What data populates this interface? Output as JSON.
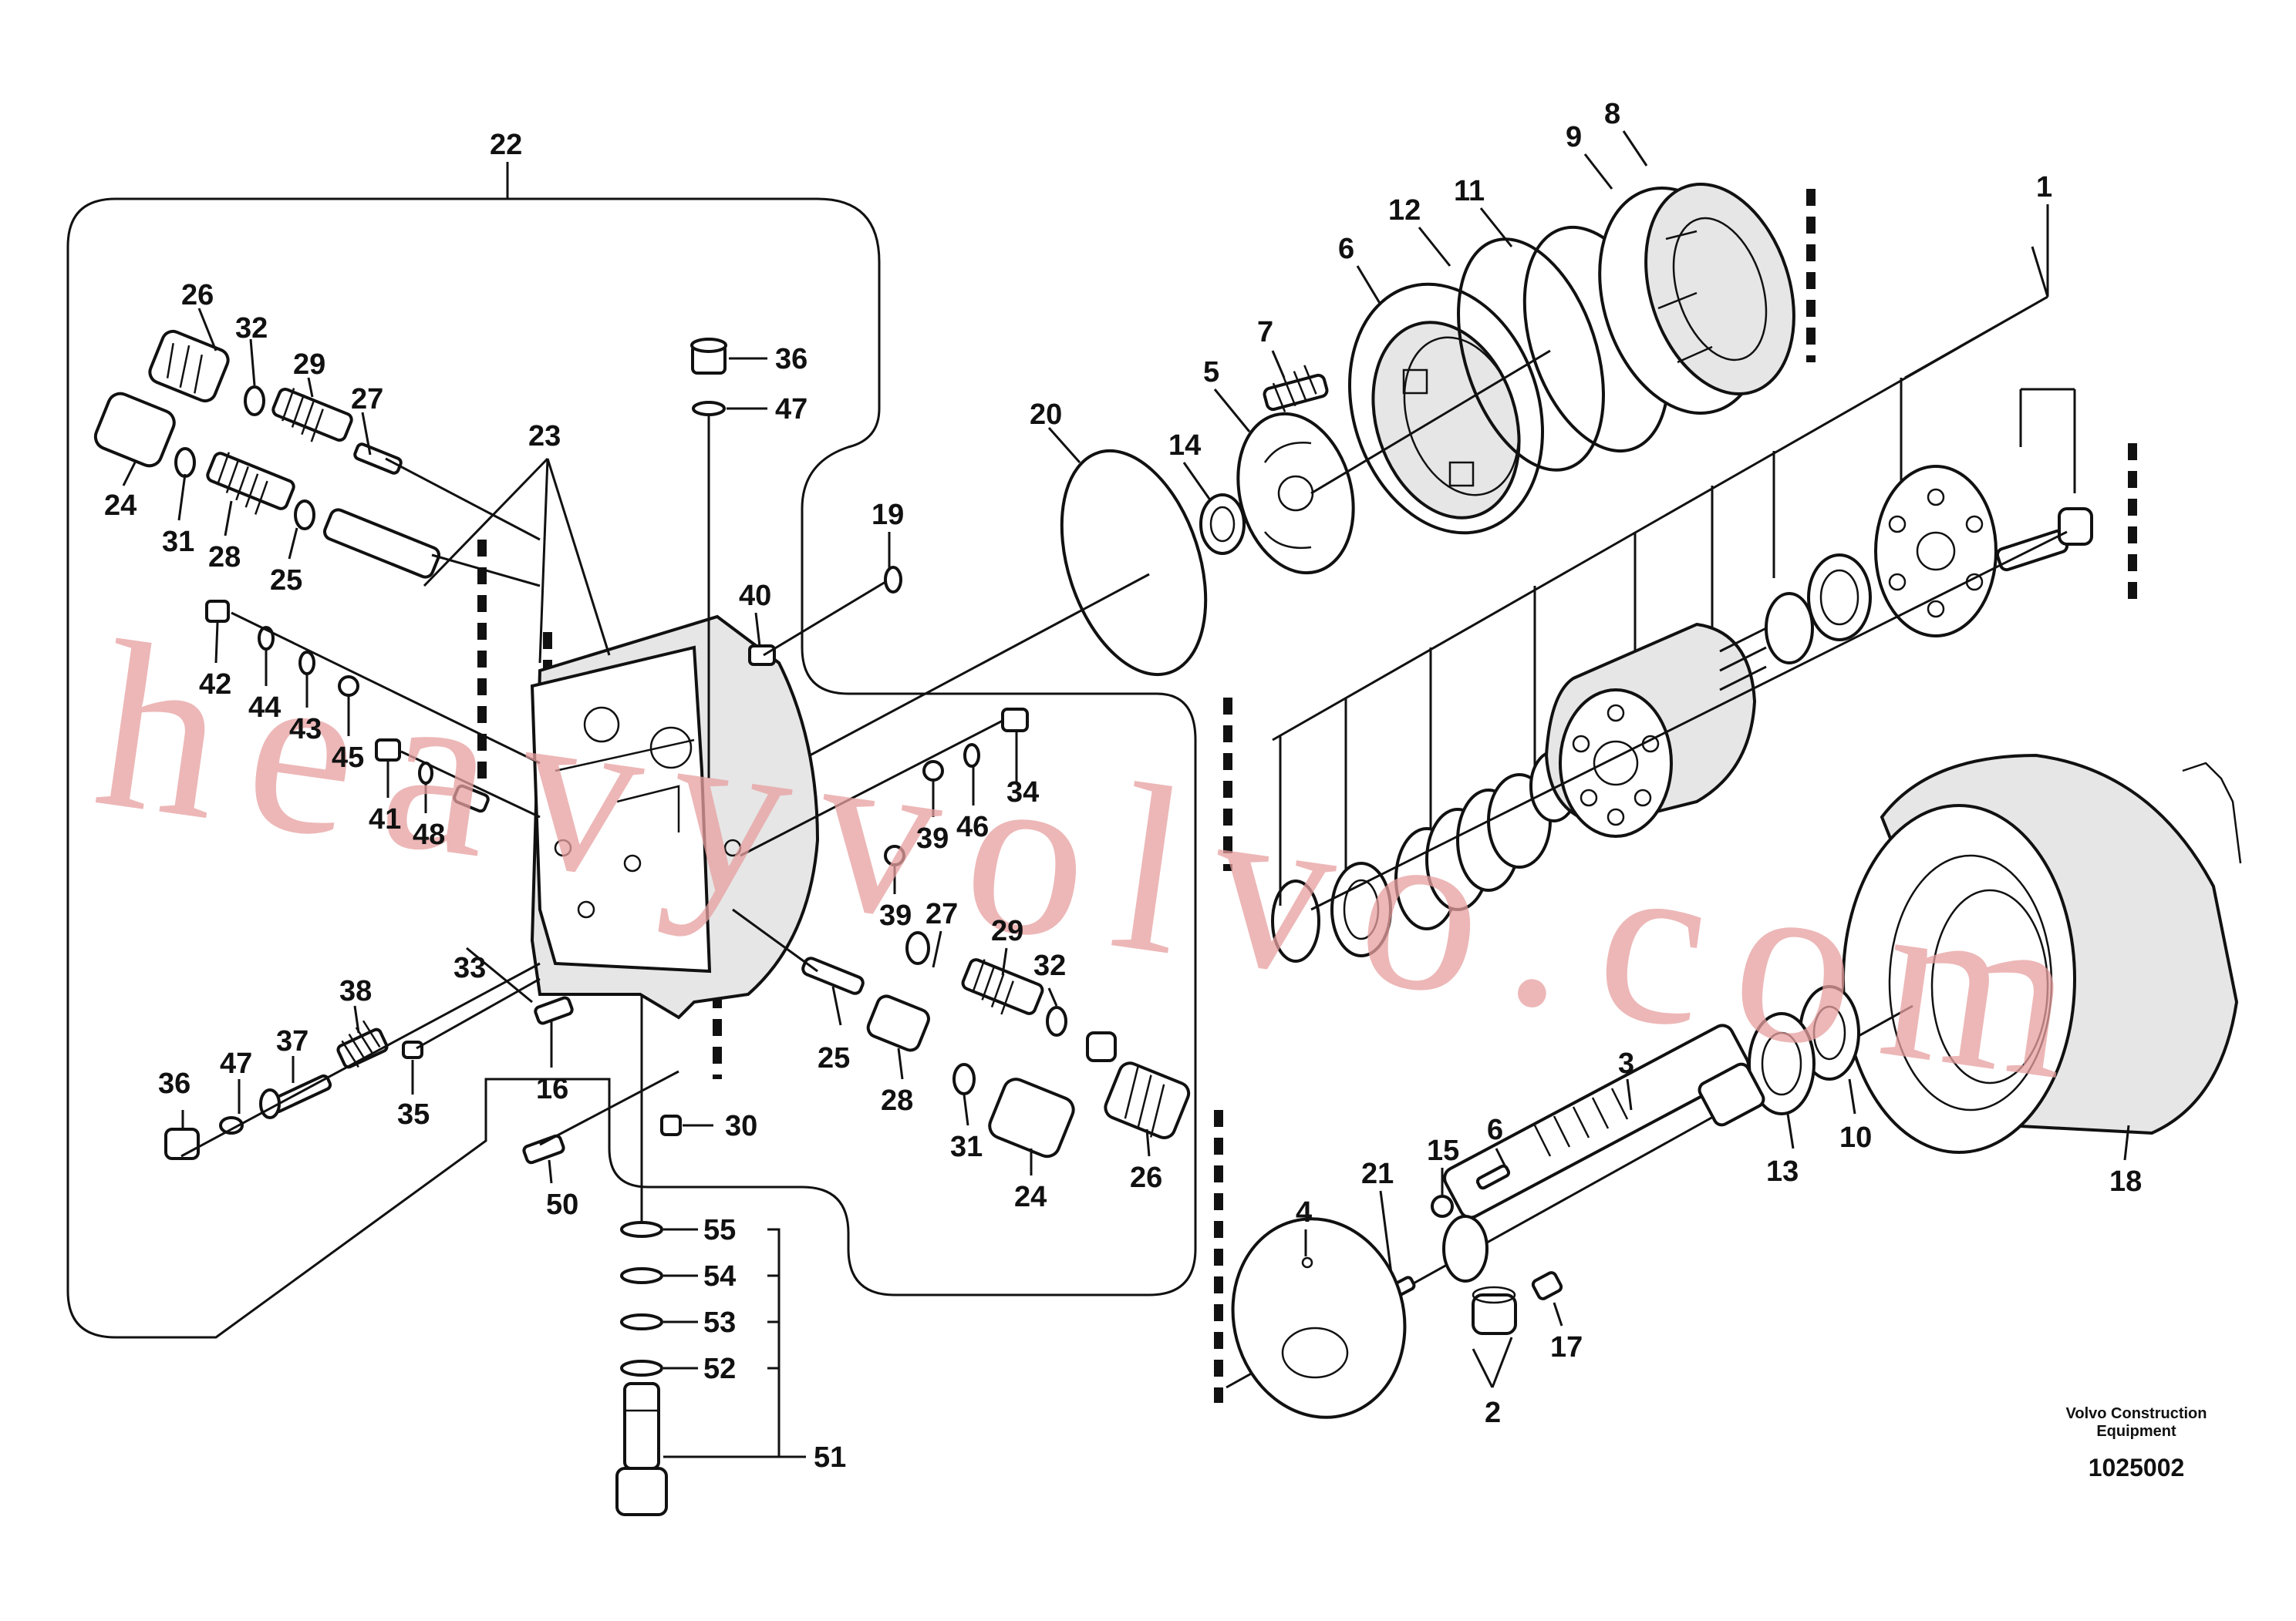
{
  "callouts": [
    {
      "id": "c22",
      "text": "22"
    },
    {
      "id": "c26a",
      "text": "26"
    },
    {
      "id": "c32a",
      "text": "32"
    },
    {
      "id": "c29a",
      "text": "29"
    },
    {
      "id": "c27a",
      "text": "27"
    },
    {
      "id": "c24a",
      "text": "24"
    },
    {
      "id": "c31a",
      "text": "31"
    },
    {
      "id": "c28a",
      "text": "28"
    },
    {
      "id": "c25a",
      "text": "25"
    },
    {
      "id": "c23",
      "text": "23"
    },
    {
      "id": "c36a",
      "text": "36"
    },
    {
      "id": "c47a",
      "text": "47"
    },
    {
      "id": "c19",
      "text": "19"
    },
    {
      "id": "c40",
      "text": "40"
    },
    {
      "id": "c42",
      "text": "42"
    },
    {
      "id": "c44",
      "text": "44"
    },
    {
      "id": "c43",
      "text": "43"
    },
    {
      "id": "c45",
      "text": "45"
    },
    {
      "id": "c41",
      "text": "41"
    },
    {
      "id": "c48",
      "text": "48"
    },
    {
      "id": "c34",
      "text": "34"
    },
    {
      "id": "c46",
      "text": "46"
    },
    {
      "id": "c39a",
      "text": "39"
    },
    {
      "id": "c39b",
      "text": "39"
    },
    {
      "id": "c27b",
      "text": "27"
    },
    {
      "id": "c29b",
      "text": "29"
    },
    {
      "id": "c32b",
      "text": "32"
    },
    {
      "id": "c38",
      "text": "38"
    },
    {
      "id": "c37",
      "text": "37"
    },
    {
      "id": "c36b",
      "text": "36"
    },
    {
      "id": "c47b",
      "text": "47"
    },
    {
      "id": "c35",
      "text": "35"
    },
    {
      "id": "c16",
      "text": "16"
    },
    {
      "id": "c33",
      "text": "33"
    },
    {
      "id": "c25b",
      "text": "25"
    },
    {
      "id": "c28b",
      "text": "28"
    },
    {
      "id": "c31b",
      "text": "31"
    },
    {
      "id": "c24b",
      "text": "24"
    },
    {
      "id": "c26b",
      "text": "26"
    },
    {
      "id": "c30",
      "text": "30"
    },
    {
      "id": "c50",
      "text": "50"
    },
    {
      "id": "c55",
      "text": "55"
    },
    {
      "id": "c54",
      "text": "54"
    },
    {
      "id": "c53",
      "text": "53"
    },
    {
      "id": "c52",
      "text": "52"
    },
    {
      "id": "c51",
      "text": "51"
    },
    {
      "id": "c20",
      "text": "20"
    },
    {
      "id": "c14",
      "text": "14"
    },
    {
      "id": "c5",
      "text": "5"
    },
    {
      "id": "c7",
      "text": "7"
    },
    {
      "id": "c6a",
      "text": "6"
    },
    {
      "id": "c12",
      "text": "12"
    },
    {
      "id": "c11",
      "text": "11"
    },
    {
      "id": "c9",
      "text": "9"
    },
    {
      "id": "c8",
      "text": "8"
    },
    {
      "id": "c1",
      "text": "1"
    },
    {
      "id": "c3a",
      "text": "3"
    },
    {
      "id": "c13",
      "text": "13"
    },
    {
      "id": "c10",
      "text": "10"
    },
    {
      "id": "c18",
      "text": "18"
    },
    {
      "id": "c15",
      "text": "15"
    },
    {
      "id": "c6b",
      "text": "6"
    },
    {
      "id": "c21",
      "text": "21"
    },
    {
      "id": "c4",
      "text": "4"
    },
    {
      "id": "c2",
      "text": "2"
    },
    {
      "id": "c17",
      "text": "17"
    }
  ],
  "footer": {
    "maker_line1": "Volvo Construction",
    "maker_line2": "Equipment",
    "drawing_number": "1025002"
  },
  "watermark": "heavyvolvo.com",
  "colors": {
    "ink": "#111111",
    "watermark": "#e8a0a0",
    "background": "#ffffff"
  }
}
